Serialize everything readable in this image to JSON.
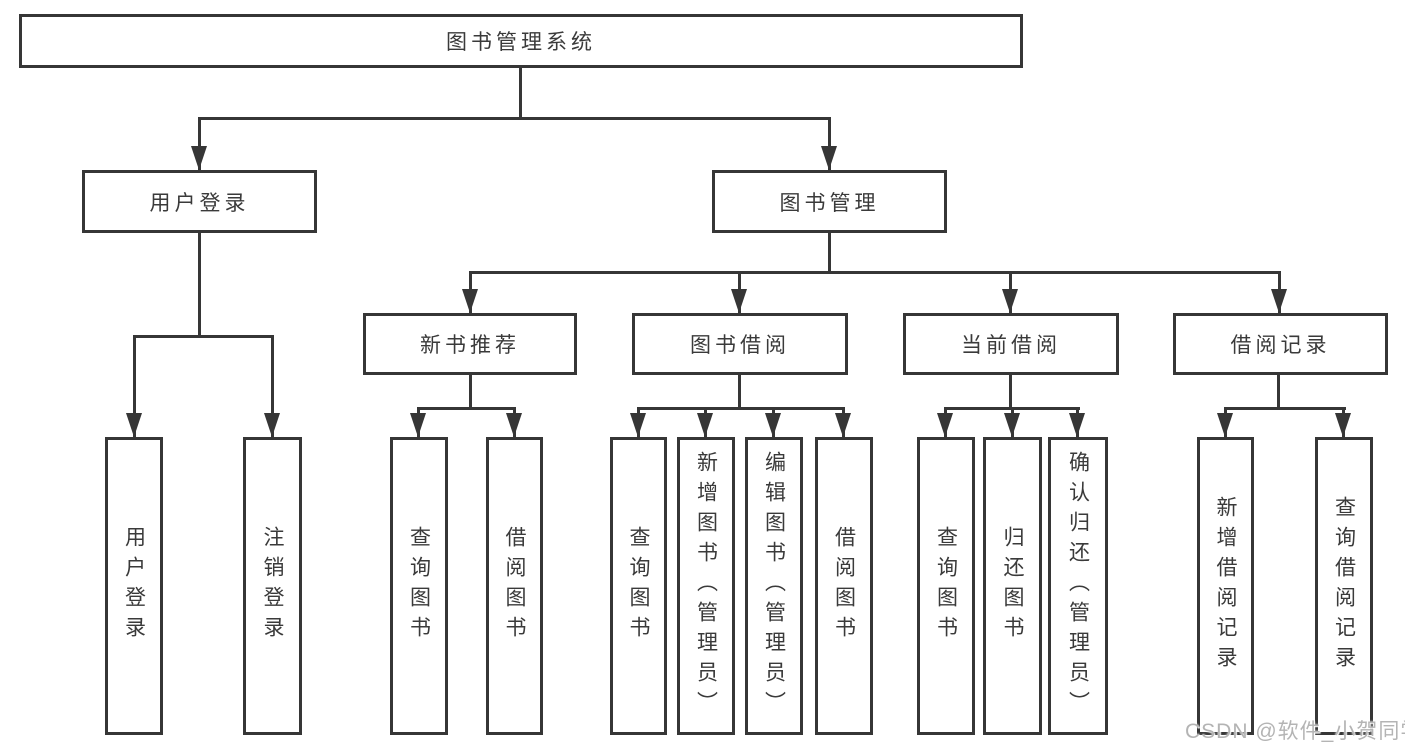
{
  "tree": {
    "label": "图书管理系统",
    "children": [
      {
        "label": "用户登录",
        "children": [
          {
            "label": "用户登录"
          },
          {
            "label": "注销登录"
          }
        ]
      },
      {
        "label": "图书管理",
        "children": [
          {
            "label": "新书推荐",
            "children": [
              {
                "label": "查询图书"
              },
              {
                "label": "借阅图书"
              }
            ]
          },
          {
            "label": "图书借阅",
            "children": [
              {
                "label": "查询图书"
              },
              {
                "label": "新增图书（管理员）"
              },
              {
                "label": "编辑图书（管理员）"
              },
              {
                "label": "借阅图书"
              }
            ]
          },
          {
            "label": "当前借阅",
            "children": [
              {
                "label": "查询图书"
              },
              {
                "label": "归还图书"
              },
              {
                "label": "确认归还（管理员）"
              }
            ]
          },
          {
            "label": "借阅记录",
            "children": [
              {
                "label": "新增借阅记录"
              },
              {
                "label": "查询借阅记录"
              }
            ]
          }
        ]
      }
    ]
  },
  "watermark": {
    "text": "CSDN @软件_小贺同学"
  },
  "colors": {
    "line": "#363636",
    "text": "#3a3a3a",
    "background": "#ffffff",
    "watermark": "#b4b4b4"
  }
}
